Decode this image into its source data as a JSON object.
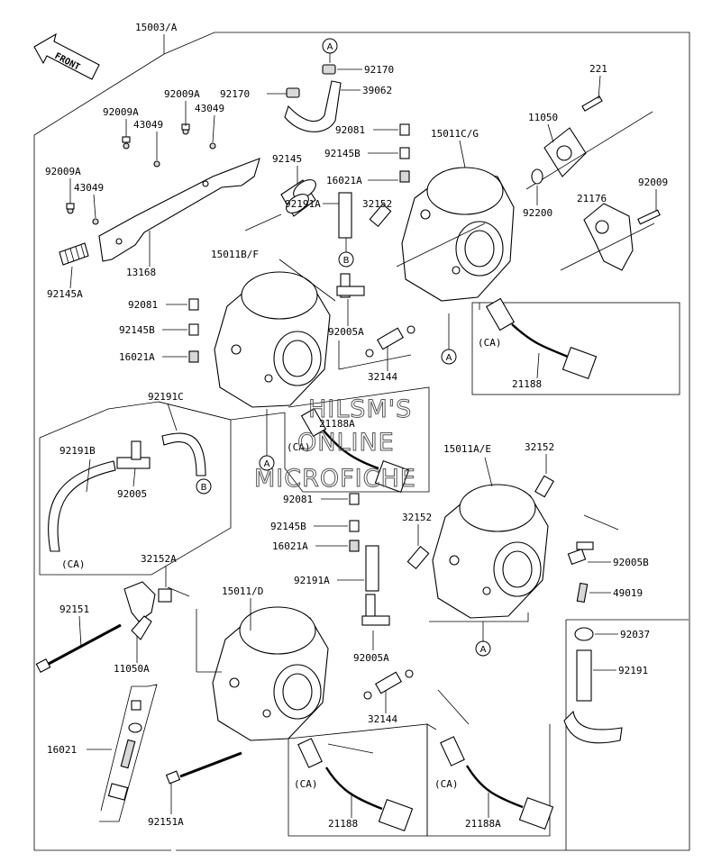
{
  "front_arrow": {
    "label": "FRONT"
  },
  "assembly_label": "15003/A",
  "callouts": {
    "a1": "A",
    "a2": "A",
    "a3": "A",
    "a4": "A",
    "b1": "B",
    "b2": "B"
  },
  "parts": {
    "p92170_a": "92170",
    "p92170_b": "92170",
    "p39062": "39062",
    "p221": "221",
    "p11050": "11050",
    "p92009A_1": "92009A",
    "p92009A_2": "92009A",
    "p92009A_3": "92009A",
    "p43049_1": "43049",
    "p43049_2": "43049",
    "p43049_3": "43049",
    "p92081_1": "92081",
    "p92145B_1": "92145B",
    "p16021A_1": "16021A",
    "p15011CG": "15011C/G",
    "p92145": "92145",
    "p32152_1": "32152",
    "p92191A_1": "92191A",
    "p92200": "92200",
    "p21176": "21176",
    "p92009": "92009",
    "p13168": "13168",
    "p92145A": "92145A",
    "p15011BF": "15011B/F",
    "p92081_2": "92081",
    "p92145B_2": "92145B",
    "p16021A_2": "16021A",
    "p92005A_1": "92005A",
    "p32144_1": "32144",
    "p21188_1": "21188",
    "p92191C": "92191C",
    "p92191B": "92191B",
    "p92005": "92005",
    "p21188A_1": "21188A",
    "p15011AE": "15011A/E",
    "p32152_2": "32152",
    "p92081_3": "92081",
    "p92145B_3": "92145B",
    "p16021A_3": "16021A",
    "p32152_3": "32152",
    "p92191A_2": "92191A",
    "p92005B": "92005B",
    "p32152A": "32152A",
    "p49019": "49019",
    "p92151": "92151",
    "p15011D": "15011/D",
    "p92037": "92037",
    "p11050A": "11050A",
    "p92005A_2": "92005A",
    "p92191": "92191",
    "p16021": "16021",
    "p32144_2": "32144",
    "p92151A": "92151A",
    "p21188_2": "21188",
    "p21188A_2": "21188A"
  },
  "ca_labels": {
    "ca1": "(CA)",
    "ca2": "(CA)",
    "ca3": "(CA)",
    "ca4": "(CA)",
    "ca5": "(CA)"
  },
  "watermark": {
    "line1": "HILSM'S",
    "line2": "ONLINE",
    "line3": "MICROFICHE"
  }
}
